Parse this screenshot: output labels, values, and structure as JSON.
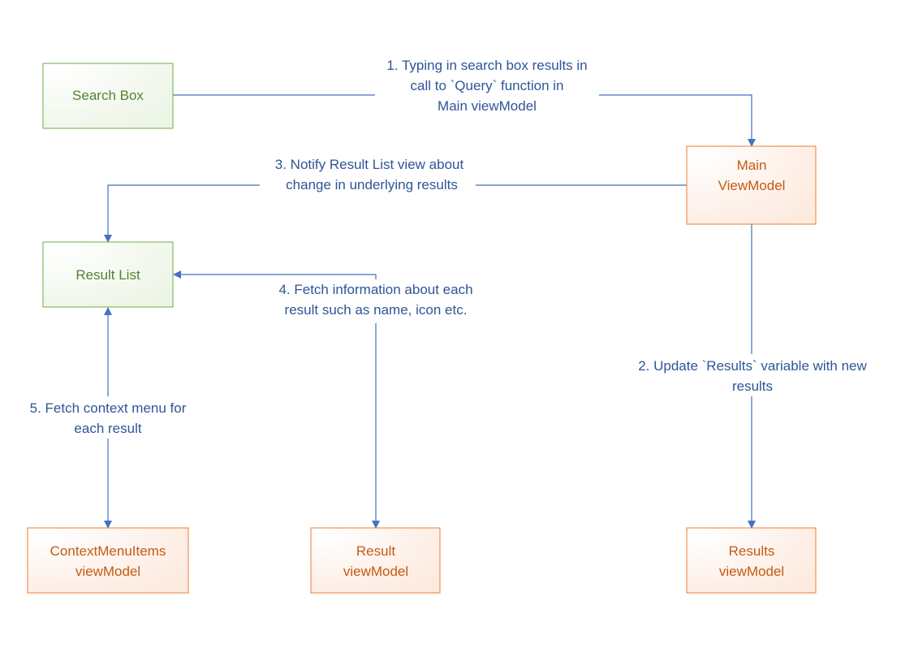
{
  "colors": {
    "connector": "#4472c4",
    "label_text": "#2f5597",
    "green_stroke": "#70ad47",
    "green_text": "#548235",
    "orange_stroke": "#ed7d31",
    "orange_text": "#c55a11"
  },
  "nodes": {
    "search_box": {
      "lines": [
        "Search Box"
      ]
    },
    "main_viewmodel": {
      "lines": [
        "Main",
        "ViewModel"
      ]
    },
    "result_list": {
      "lines": [
        "Result List"
      ]
    },
    "context_menu_viewmodel": {
      "lines": [
        "ContextMenuItems",
        "viewModel"
      ]
    },
    "result_viewmodel": {
      "lines": [
        "Result",
        "viewModel"
      ]
    },
    "results_viewmodel": {
      "lines": [
        "Results",
        "viewModel"
      ]
    }
  },
  "edges": {
    "step1": {
      "from": "Search Box",
      "to": "Main ViewModel",
      "lines": [
        "1. Typing in search box results in",
        "call to `Query` function in",
        "Main viewModel"
      ]
    },
    "step2": {
      "from": "Main ViewModel",
      "to": "Results viewModel",
      "lines": [
        "2. Update `Results` variable with new",
        "results"
      ]
    },
    "step3": {
      "from": "Main ViewModel",
      "to": "Result List",
      "lines": [
        "3. Notify Result List view about",
        "change in underlying results"
      ]
    },
    "step4": {
      "from": "Result viewModel",
      "to": "Result List",
      "lines": [
        "4. Fetch information about each",
        "result such as name, icon etc."
      ]
    },
    "step5": {
      "from": "Result List",
      "to": "ContextMenuItems viewModel",
      "bidirectional": true,
      "lines": [
        "5. Fetch context menu for",
        "each result"
      ]
    }
  }
}
